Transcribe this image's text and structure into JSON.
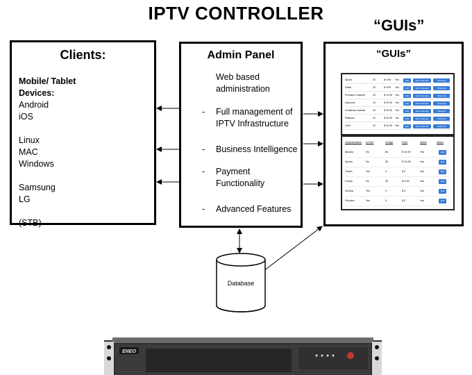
{
  "title": "IPTV CONTROLLER",
  "guis_heading_outside": "“GUIs”",
  "clients": {
    "heading": "Clients:",
    "lines": [
      {
        "text": "Mobile/ Tablet",
        "bold": true
      },
      {
        "text": "Devices:",
        "bold": true
      },
      {
        "text": "Android",
        "bold": false
      },
      {
        "text": "iOS",
        "bold": false
      },
      {
        "text": "",
        "bold": false
      },
      {
        "text": "Linux",
        "bold": false
      },
      {
        "text": "MAC",
        "bold": false
      },
      {
        "text": "Windows",
        "bold": false
      },
      {
        "text": "",
        "bold": false
      },
      {
        "text": "Samsung",
        "bold": false
      },
      {
        "text": "LG",
        "bold": false
      },
      {
        "text": "",
        "bold": false
      },
      {
        "text": "(STB)",
        "bold": false
      }
    ]
  },
  "admin": {
    "heading": "Admin Panel",
    "items": [
      {
        "dash": "",
        "lines": [
          "Web based",
          "administration"
        ]
      },
      {
        "dash": "-",
        "lines": [
          "Full management of",
          "IPTV Infrastructure"
        ]
      },
      {
        "dash": "-",
        "lines": [
          "Business Intelligence"
        ]
      },
      {
        "dash": "-",
        "lines": [
          "Payment",
          "Functionality"
        ]
      },
      {
        "dash": "-",
        "lines": [
          "Advanced Features"
        ]
      }
    ]
  },
  "guis_box": {
    "heading": "“GUIs”",
    "table1": {
      "rows": [
        {
          "name": "Sports",
          "n": "20",
          "price": "$ 9.99",
          "yes": "Yes"
        },
        {
          "name": "Glass",
          "n": "20",
          "price": "$ 9.99",
          "yes": "Yes"
        },
        {
          "name": "Premium Channel",
          "n": "20",
          "price": "$ 14.99",
          "yes": "Yes"
        },
        {
          "name": "Diamond",
          "n": "20",
          "price": "$ 29.99",
          "yes": "Yes"
        },
        {
          "name": "Christmas Special",
          "n": "20",
          "price": "$ 19.99",
          "yes": "Yes"
        },
        {
          "name": "Platinum",
          "n": "20",
          "price": "$ 29.99",
          "yes": "Yes"
        },
        {
          "name": "Gold",
          "n": "20",
          "price": "$ 24.99",
          "yes": "Yes"
        }
      ],
      "btn_edit": "Edit",
      "btn_add": "Add Channels",
      "btn_channels": "Channels"
    },
    "table2": {
      "headers": [
        "Channel Name",
        "Is Free",
        "# Days",
        "Price",
        "Active",
        "Action"
      ],
      "rows": [
        [
          "Movies",
          "No",
          "60",
          "$ 19.99",
          "Yes"
        ],
        [
          "Sports",
          "No",
          "30",
          "$ 19.99",
          "Yes"
        ],
        [
          "Travel",
          "Yes",
          "0",
          "$ 0",
          "Yes"
        ],
        [
          "Cooks",
          "No",
          "30",
          "$ 4.99",
          "Yes"
        ],
        [
          "Zumba",
          "Yes",
          "0",
          "$ 0",
          "Yes"
        ],
        [
          "Preview",
          "Yes",
          "0",
          "$ 0",
          "Yes"
        ]
      ],
      "btn_edit": "Edit"
    }
  },
  "database": {
    "label": "Database"
  },
  "server": {
    "brand": "ENEO"
  },
  "colors": {
    "button_blue": "#3a7bd5",
    "server_body": "#3b3b3b"
  }
}
